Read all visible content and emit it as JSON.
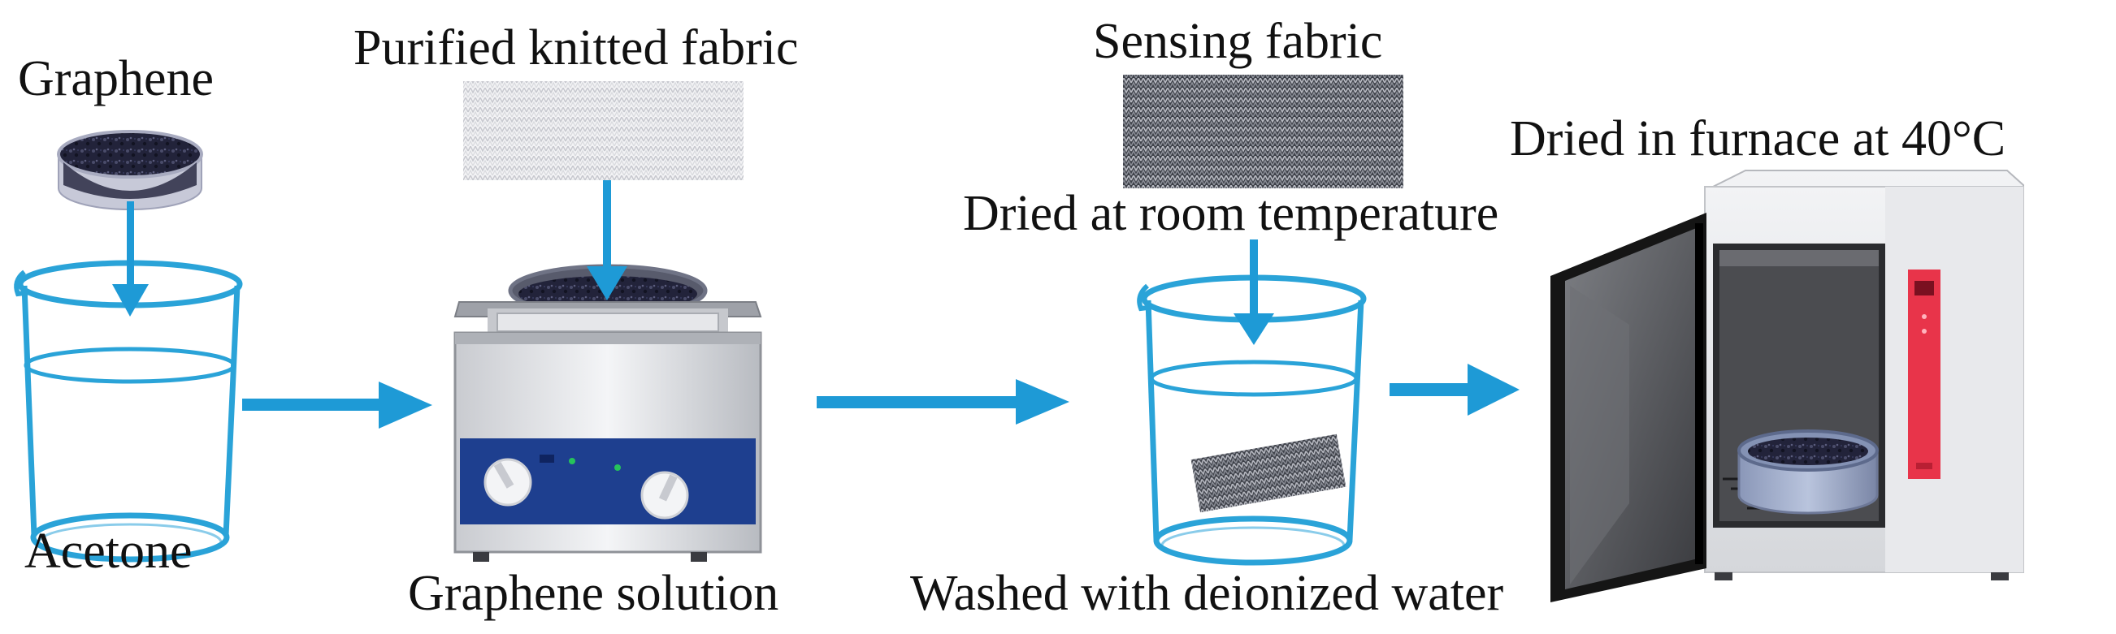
{
  "labels": {
    "graphene": "Graphene",
    "acetone": "Acetone",
    "purified_fabric": "Purified knitted fabric",
    "graphene_solution": "Graphene solution",
    "sensing_fabric": "Sensing fabric",
    "dried_room_temp": "Dried at room temperature",
    "washed": "Washed with deionized water",
    "dried_furnace": "Dried in furnace at 40°C"
  },
  "colors": {
    "arrow": "#1e9ad6",
    "beaker_outline": "#2aa3d8",
    "graphene_dark": "#1c1d33",
    "bath_panel": "#1e3f8f",
    "oven_door_frame": "#101010",
    "oven_red_panel": "#e8344a",
    "fabric_light": "#e9e9ec",
    "fabric_dark": "#4d5058"
  },
  "icons": [
    "graphene-dish-icon",
    "beaker-icon",
    "ultrasonic-bath-icon",
    "fabric-swatch-icon",
    "oven-icon",
    "flow-arrow-icon"
  ]
}
